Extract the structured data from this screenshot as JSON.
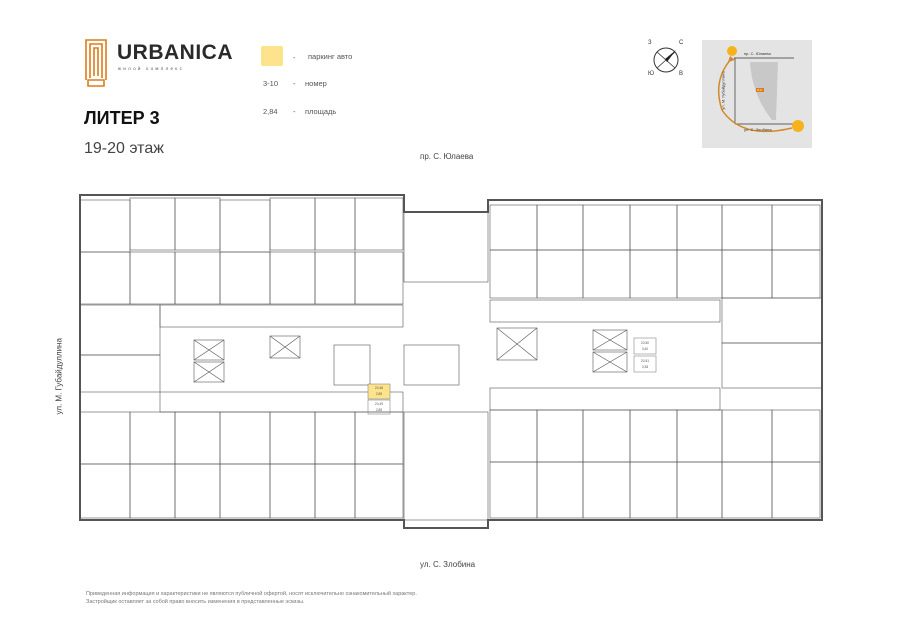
{
  "brand": {
    "name": "URBANICA",
    "subtitle": "жилой комплекс",
    "accent": "#e07b1a"
  },
  "header": {
    "liter": "ЛИТЕР 3",
    "floor": "19-20 этаж"
  },
  "legend": {
    "parking_dash": "-",
    "parking_label": "паркинг авто",
    "parking_color": "#fde38c",
    "number_example": "3-10",
    "number_dash": "-",
    "number_label": "номер",
    "area_example": "2,84",
    "area_dash": "-",
    "area_label": "площадь"
  },
  "compass": {
    "letters": [
      "С",
      "В",
      "Ю",
      "З"
    ]
  },
  "minimap": {
    "street_top": "пр. С. Юлаева",
    "street_left": "ул. М. Губайдуллина",
    "street_bottom": "ул. С. Злобина",
    "highlight": "Л-3"
  },
  "streets": {
    "top": "пр. С. Юлаева",
    "bottom": "ул. С. Злобина",
    "left": "ул. М. Губайдуллина"
  },
  "units": [
    {
      "number": "20-48",
      "area": "2,85",
      "parking": true
    },
    {
      "number": "20-49",
      "area": "2,85",
      "parking": false
    },
    {
      "number": "20-50",
      "area": "3,40",
      "parking": false
    },
    {
      "number": "20-51",
      "area": "3,38",
      "parking": false
    }
  ],
  "disclaimer": {
    "line1": "Приведенная информация и характеристики не являются публичной офертой, носят исключительно ознакомительный характер.",
    "line2": "Застройщик оставляет за собой право вносить изменения в представленные эскизы."
  }
}
